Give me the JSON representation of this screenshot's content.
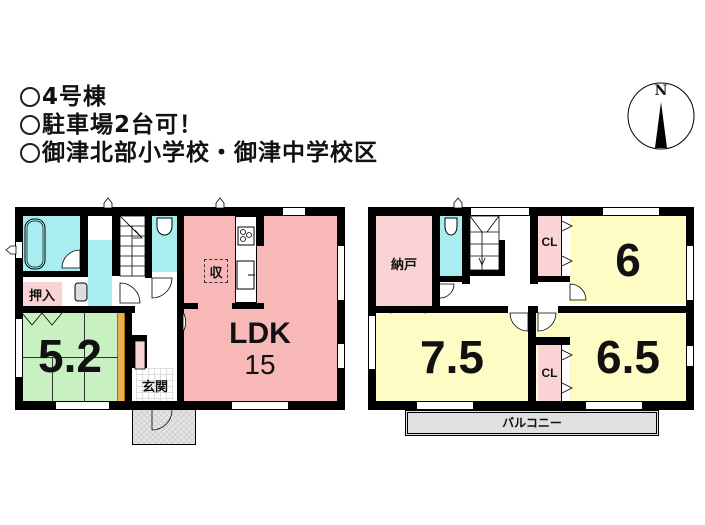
{
  "header": {
    "lines": [
      "4号棟",
      "駐車場2台可！",
      "御津北部小学校・御津中学校区"
    ]
  },
  "compass": {
    "label": "N"
  },
  "floor1": {
    "rooms": {
      "japanese_room": {
        "label": "5.2",
        "color": "#c8f0c0"
      },
      "ldk": {
        "label": "LDK",
        "size": "15",
        "color": "#f8b8b8"
      },
      "storage_oshiire": {
        "label": "押入",
        "color": "#fad4d4"
      },
      "storage_kitchen": {
        "label": "収"
      },
      "entrance": {
        "label": "玄関"
      },
      "bath": {
        "color": "#a8eef0"
      },
      "washroom": {
        "color": "#a8eef0"
      },
      "toilet": {
        "color": "#a8eef0"
      }
    }
  },
  "floor2": {
    "rooms": {
      "storage_nando": {
        "label": "納戸",
        "color": "#fad4d4"
      },
      "bedroom_6": {
        "label": "6",
        "color": "#fcfcc4"
      },
      "bedroom_75": {
        "label": "7.5",
        "color": "#fcfcc4"
      },
      "bedroom_65": {
        "label": "6.5",
        "color": "#fcfcc4"
      },
      "closet_1": {
        "label": "CL",
        "color": "#fad4d4"
      },
      "closet_2": {
        "label": "CL",
        "color": "#fad4d4"
      },
      "toilet": {
        "color": "#a8eef0"
      },
      "balcony": {
        "label": "バルコニー",
        "color": "#e0e0e0"
      }
    }
  }
}
